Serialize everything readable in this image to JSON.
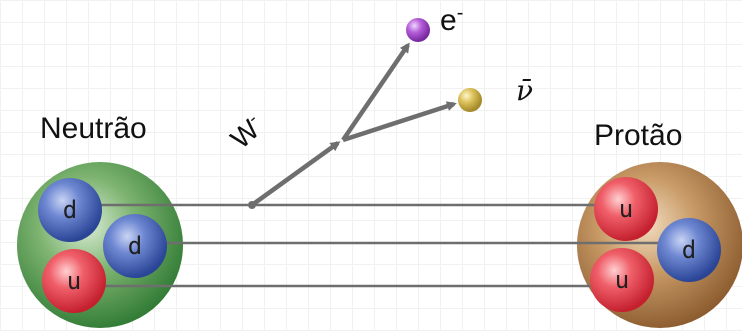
{
  "neutron": {
    "label": "Neutrão",
    "quarks": [
      "d",
      "d",
      "u"
    ],
    "color": "#3f8f3f"
  },
  "proton": {
    "label": "Protão",
    "quarks": [
      "u",
      "d",
      "u"
    ],
    "color": "#9a6a3c"
  },
  "boson": {
    "label": "W",
    "charge": "-"
  },
  "electron": {
    "label": "e",
    "charge": "-",
    "color": "#a34fc8"
  },
  "antineutrino": {
    "label": "ν̄",
    "color": "#c9b245"
  },
  "quark_colors": {
    "d": "#3d5fb0",
    "u": "#e13d4a"
  },
  "line_color": "#6e6e6e"
}
